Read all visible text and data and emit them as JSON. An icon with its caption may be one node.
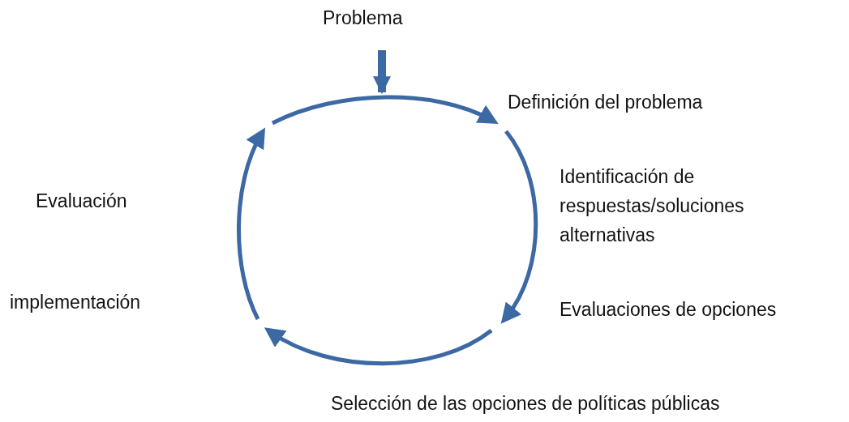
{
  "diagram": {
    "nodes": [
      {
        "text": [
          "Problema"
        ]
      },
      {
        "text": [],
        "shape": "circle"
      },
      {
        "text": [
          "Definición del problema"
        ]
      },
      {
        "text": [
          "Identificación de respuestas/soluciones alternativas"
        ]
      },
      {
        "text": [
          "Evaluaciones de opciones"
        ]
      },
      {
        "text": [
          "Selección de las opciones de políticas públicas"
        ]
      },
      {
        "text": [
          "implementación"
        ]
      },
      {
        "text": [
          "Evaluación"
        ]
      }
    ],
    "edges": [
      {
        "from": 0,
        "to": 1,
        "arrow": "to"
      }
    ]
  }
}
